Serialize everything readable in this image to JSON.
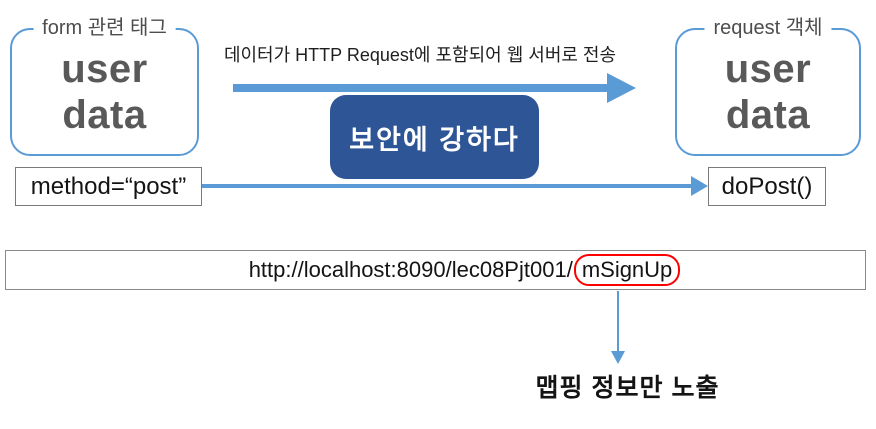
{
  "colors": {
    "accent_blue": "#5B9BD5",
    "dark_blue": "#2E5596",
    "highlight_red": "#FF0000",
    "gray_text": "#595959",
    "dark_text": "#1F1F1F",
    "box_border": "#7A7A7A"
  },
  "form_box": {
    "label": "form 관련 태그",
    "content_line1": "user",
    "content_line2": "data"
  },
  "request_box": {
    "label": "request 객체",
    "content_line1": "user",
    "content_line2": "data"
  },
  "transfer": {
    "caption": "데이터가 HTTP Request에 포함되어 웹 서버로 전송",
    "badge": "보안에 강하다"
  },
  "method_row": {
    "source_label": "method=“post”",
    "target_label": "doPost()"
  },
  "url_bar": {
    "base_path": "http://localhost:8090/lec08Pjt001/",
    "mapping_name": "mSignUp"
  },
  "annotation": {
    "text": "맵핑 정보만 노출"
  }
}
